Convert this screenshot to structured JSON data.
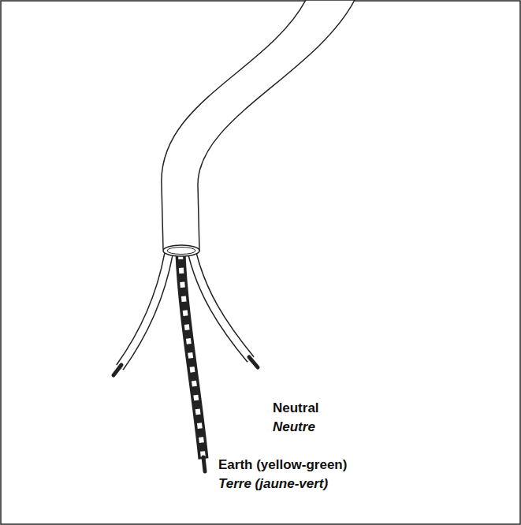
{
  "diagram": {
    "labels": [
      "Neutral",
      "Neutre",
      "Earth (yellow-green)",
      "Terre (jaune-vert)"
    ]
  }
}
